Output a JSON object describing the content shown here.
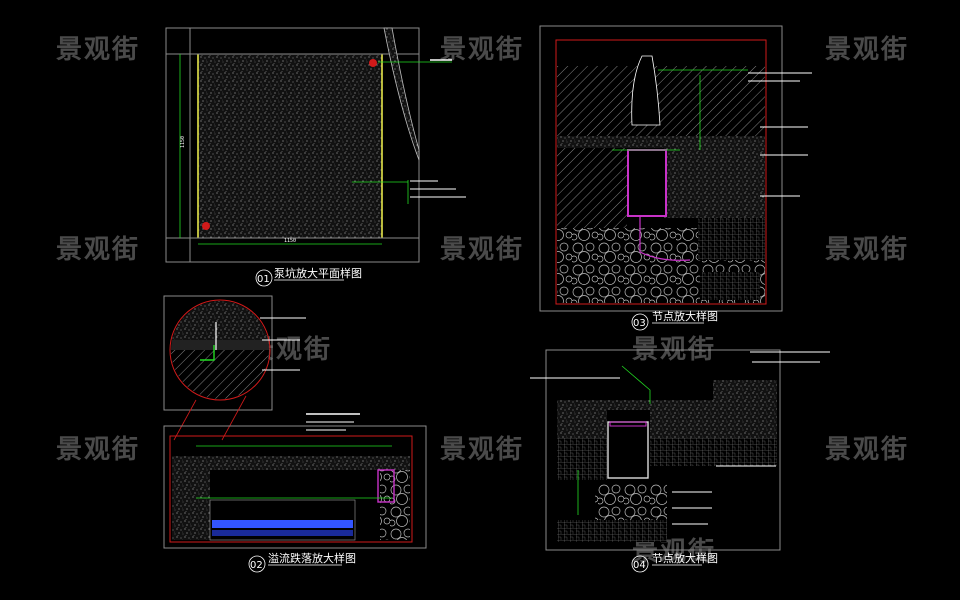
{
  "watermark": "景观街",
  "panels": {
    "p1": {
      "number": "01",
      "title": "泵坑放大平面样图",
      "dim_bottom": "1150",
      "dim_left": "1150"
    },
    "p2": {
      "number": "02",
      "title": "溢流跌落放大样图"
    },
    "p3": {
      "number": "03",
      "title": "节点放大样图"
    },
    "p4": {
      "number": "04",
      "title": "节点放大样图"
    }
  },
  "colors": {
    "border_red": "#d11a1a",
    "frame_gray": "#8a8a8a",
    "leader_green": "#22dd22",
    "edge_yellow": "#e6e64a",
    "pipe_magenta": "#c832c8",
    "water_blue": "#3355ff",
    "watermark_gray": "#4a4a4a"
  }
}
